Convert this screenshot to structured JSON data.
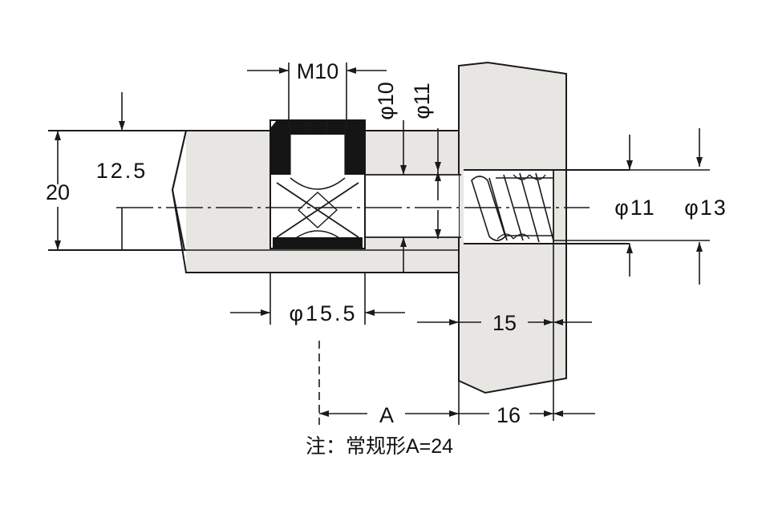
{
  "colors": {
    "background": "#ffffff",
    "panel_fill": "#e8e6e2",
    "line": "#1a1a1a",
    "insert_dark": "#151515"
  },
  "labels": {
    "thread_size": "M10",
    "dia_10": "φ10",
    "dia_11_top": "φ11",
    "height_12_5": "12.5",
    "height_20": "20",
    "dia_11_right": "φ11",
    "dia_13": "φ13",
    "dia_15_5": "φ15.5",
    "length_15": "15",
    "dist_a": "A",
    "thickness_16": "16"
  },
  "note": "注：常规形A=24"
}
